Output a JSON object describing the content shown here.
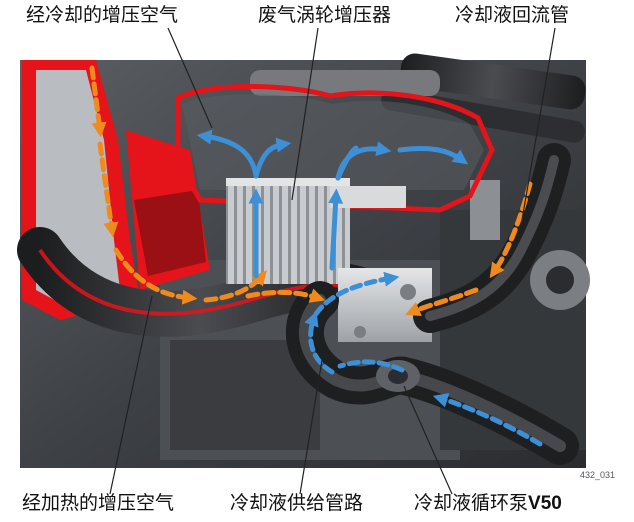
{
  "labels": {
    "cooled_charge_air": "经冷却的增压空气",
    "turbocharger": "废气涡轮增压器",
    "coolant_return": "冷却液回流管",
    "heated_charge_air": "经加热的增压空气",
    "coolant_supply": "冷却液供给管路",
    "pump_prefix": "冷却液循环泵",
    "pump_code": "V50"
  },
  "reference": "432_031",
  "colors": {
    "hot_air": "#f08a1c",
    "coolant": "#3d8fd6",
    "housing_red": "#e4141a",
    "leader": "#222222"
  }
}
